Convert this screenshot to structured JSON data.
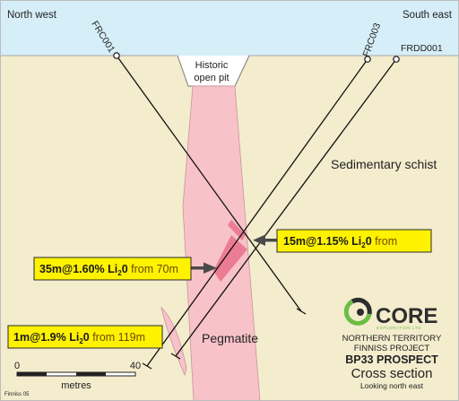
{
  "section": {
    "north_label": "North west",
    "south_label": "South east",
    "pit_label_line1": "Historic",
    "pit_label_line2": "open pit",
    "host_rock_label": "Sedimentary schist",
    "pegmatite_label": "Pegmatite"
  },
  "holes": [
    {
      "id": "FRC001"
    },
    {
      "id": "FRC003"
    },
    {
      "id": "FRDD001"
    }
  ],
  "intercepts": [
    {
      "prefix": "15m@1.15% Li",
      "sub": "2",
      "suffix": "0",
      "tail": " from"
    },
    {
      "prefix": "35m@1.60% Li",
      "sub": "2",
      "suffix": "0",
      "tail": " from 70m"
    },
    {
      "prefix": "1m@1.9% Li",
      "sub": "2",
      "suffix": "0",
      "tail": " from 119m"
    }
  ],
  "scale": {
    "min_label": "0",
    "max_label": "40",
    "unit_label": "metres"
  },
  "footer_ref": "Finniss 05",
  "branding": {
    "logo_text": "CORE",
    "logo_subtext": "EXPLORATION LTD",
    "project_line1": "NORTHERN TERRITORY",
    "project_line2": "FINNISS PROJECT",
    "prospect": "BP33 PROSPECT",
    "view_type": "Cross section",
    "view_direction": "Looking north east"
  },
  "colors": {
    "sky": "#d6eef8",
    "ground": "#f3eccd",
    "pegmatite": "#f7c2c8",
    "pegmatite_edge": "#c9959b",
    "ore": "#ec7c93",
    "callout_fill": "#fff200",
    "callout_text_accent": "#6e4a00",
    "logo_green": "#6cbe45"
  }
}
